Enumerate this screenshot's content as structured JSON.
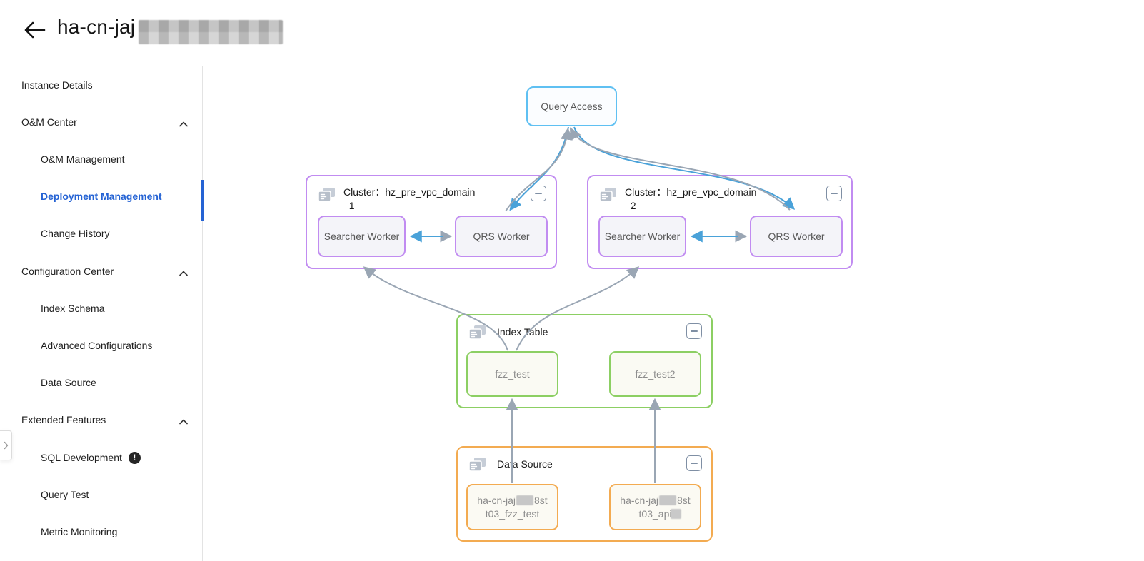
{
  "header": {
    "title_prefix": "ha-cn-jaj",
    "title_redacted": true
  },
  "sidebar": {
    "items": [
      {
        "label": "Instance Details"
      },
      {
        "label": "O&M Center",
        "expanded": true
      },
      {
        "label": "O&M Management"
      },
      {
        "label": "Deployment Management",
        "active": true
      },
      {
        "label": "Change History"
      },
      {
        "label": "Configuration Center",
        "expanded": true
      },
      {
        "label": "Index Schema"
      },
      {
        "label": "Advanced Configurations"
      },
      {
        "label": "Data Source"
      },
      {
        "label": "Extended Features",
        "expanded": true
      },
      {
        "label": "SQL Development",
        "badge": "!"
      },
      {
        "label": "Query Test"
      },
      {
        "label": "Metric Monitoring"
      }
    ]
  },
  "diagram": {
    "query_access": {
      "label": "Query Access"
    },
    "clusters": [
      {
        "label": "Cluster：",
        "name_line1": "hz_pre_vpc_domain",
        "name_line2": "_1",
        "workers": [
          "Searcher Worker",
          "QRS Worker"
        ]
      },
      {
        "label": "Cluster：",
        "name_line1": "hz_pre_vpc_domain",
        "name_line2": "_2",
        "workers": [
          "Searcher Worker",
          "QRS Worker"
        ]
      }
    ],
    "index_table": {
      "title": "Index Table",
      "items": [
        "fzz_test",
        "fzz_test2"
      ]
    },
    "data_source": {
      "title": "Data Source",
      "items": [
        {
          "line1_prefix": "ha-cn-jaj",
          "line1_redacted": true,
          "line1_suffix": "8st",
          "line2": "t03_fzz_test"
        },
        {
          "line1_prefix": "ha-cn-jaj",
          "line1_redacted": true,
          "line1_suffix": "8st",
          "line2": "t03_api",
          "line2_redacted": true
        }
      ]
    }
  },
  "icons": {
    "back": "arrow-left",
    "group_toggle": "chevron-up",
    "sidebar_handle": "chevron-right",
    "box_header": "layers-stack",
    "collapse": "minus",
    "sql_badge": "exclamation-circle"
  },
  "colors": {
    "accent_blue": "#2563d4",
    "arrow_blue": "#4aa2d9",
    "arrow_gray": "#9aa6b4",
    "qa_border": "#5fc0f2",
    "purple": "#c18cf1",
    "green": "#8ccf63",
    "orange": "#f3ab51"
  }
}
